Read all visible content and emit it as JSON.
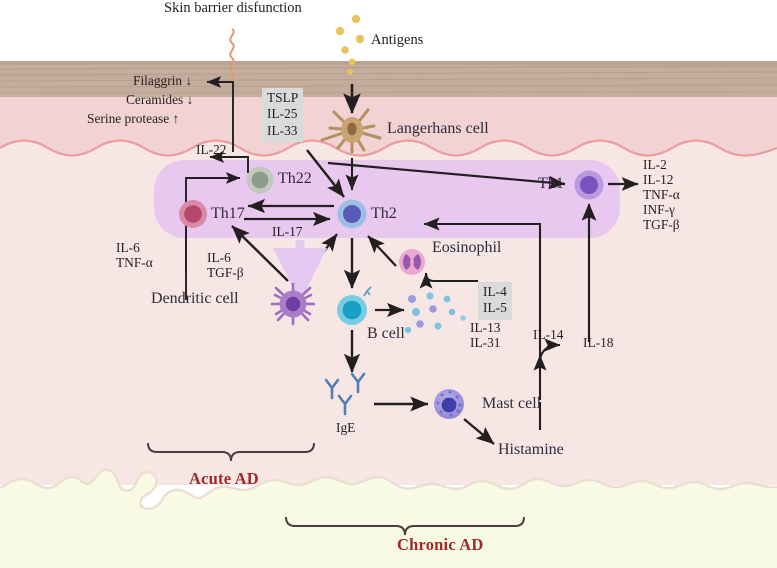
{
  "figure": {
    "kind": "biomedical-pathway-diagram",
    "subject": "Atopic dermatitis immunopathogenesis across skin layers"
  },
  "colors": {
    "epidermis_stratum_corneum": "#c3ab9c",
    "epidermis": "#f3d4d4",
    "dermis": "#f7e7e4",
    "subcutaneous_fat": "#f7f9e3",
    "lymphocyte_zone": "#e9c8f0",
    "stage_label": "#9e2a2b",
    "arrow": "#231f20",
    "cytokine_box": "#d9dada",
    "antigen": "#e8c45c",
    "squiggle": "#e09a78",
    "th17": "#b4476b",
    "th22": "#8f9b8f",
    "th2": "#8fb4de",
    "th2_core": "#4f4fb0",
    "th1": "#9b79d0",
    "bcell": "#4cb8d4",
    "dendritic": "#9b6fc0",
    "eosinophil": "#e8a8cf",
    "mast": "#8e86d6",
    "langerhans": "#b2905f",
    "ige": "#4f7fb8",
    "dermis_wave": "#e8a0a0"
  },
  "top_labels": {
    "skin_barrier": "Skin barrier disfunction",
    "antigens": "Antigens"
  },
  "barrier_list": [
    "Filaggrin ↓",
    "Ceramides ↓",
    "Serine protease ↑"
  ],
  "boxes": {
    "tslp": "TSLP\nIL-25\nIL-33",
    "th2_cytokines_boxed": "IL-4\nIL-5",
    "th2_cytokines_plain": "IL-13\nIL-31"
  },
  "cells": [
    {
      "id": "langerhans",
      "label": "Langerhans cell"
    },
    {
      "id": "th22",
      "label": "Th22"
    },
    {
      "id": "th17",
      "label": "Th17"
    },
    {
      "id": "th2",
      "label": "Th2"
    },
    {
      "id": "th1",
      "label": "Th1"
    },
    {
      "id": "dendritic",
      "label": "Dendritic cell"
    },
    {
      "id": "eosinophil",
      "label": "Eosinophil"
    },
    {
      "id": "bcell",
      "label": "B cell"
    },
    {
      "id": "mast",
      "label": "Mast cell"
    },
    {
      "id": "ige",
      "label": "IgE"
    }
  ],
  "mediators": {
    "il22": "IL-22",
    "il17": "IL-17",
    "il14": "IL-14",
    "il18": "IL-18",
    "histamine": "Histamine",
    "dc_to_th17": "IL-6\nTGF-β",
    "dc_to_th22": "IL-6\nTNF-α",
    "th1_outputs": "IL-2\nIL-12\nTNF-α\nINF-γ\nTGF-β"
  },
  "stages": {
    "acute": "Acute AD",
    "chronic": "Chronic AD"
  }
}
